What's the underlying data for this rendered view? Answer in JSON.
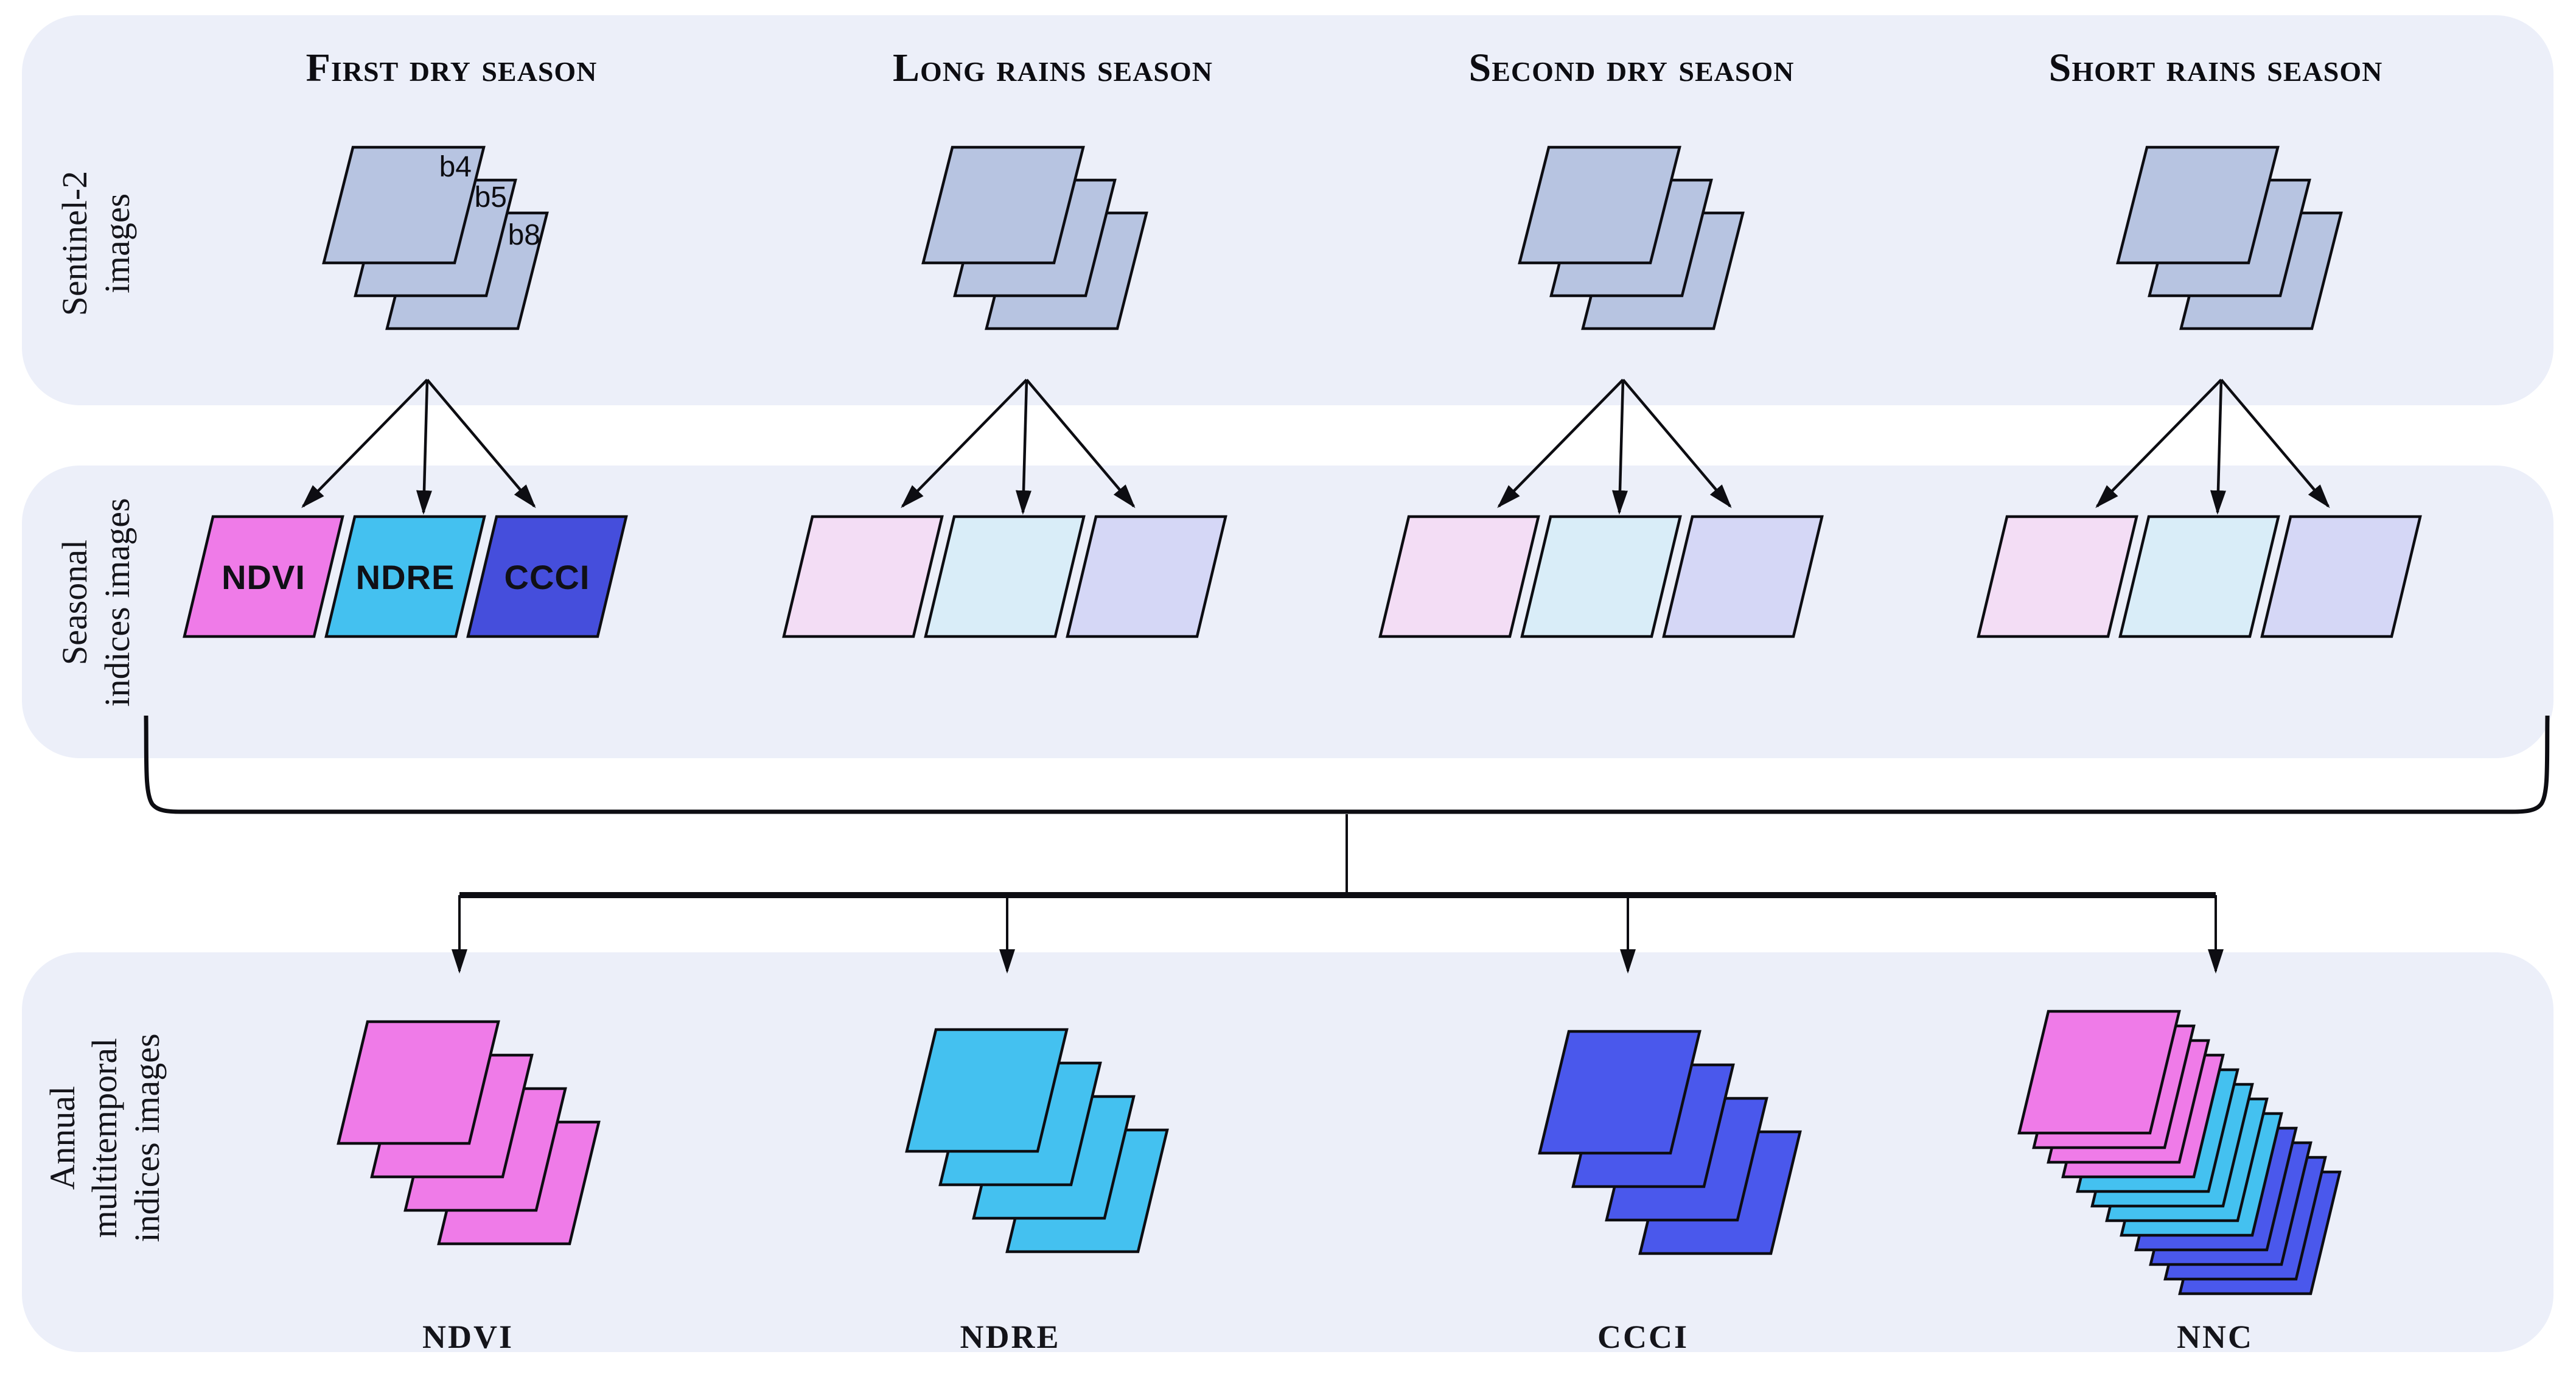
{
  "row_labels": {
    "sentinel": {
      "line1": "Sentinel-2",
      "line2": "images"
    },
    "seasonal": {
      "line1": "Seasonal",
      "line2": "indices images"
    },
    "annual": {
      "line1": "Annual",
      "line2": "multitemporal",
      "line3": "indices images"
    }
  },
  "seasons": [
    {
      "title": "First dry season",
      "band_labels": {
        "b1": "b4",
        "b2": "b5",
        "b3": "b8"
      },
      "index_labels": {
        "i1": "NDVI",
        "i2": "NDRE",
        "i3": "CCCI"
      }
    },
    {
      "title": "Long rains season"
    },
    {
      "title": "Second dry season"
    },
    {
      "title": "Short rains season"
    }
  ],
  "annual_stacks": [
    {
      "label": "NDVI"
    },
    {
      "label": "NDRE"
    },
    {
      "label": "CCCI"
    },
    {
      "label": "NNC"
    }
  ],
  "colors": {
    "page_bg": "#FFFFFF",
    "panel_bg": "#ECEFF9",
    "outline": "#0D0D12",
    "sentinel_sheet": "#B7C4E1",
    "ndvi_pink": "#EF7BE8",
    "ndre_cyan": "#44C1F0",
    "ccci_blue": "#454EDC",
    "annual_blue": "#4A58EC",
    "pale_pink": "#F3DDF5",
    "pale_cyan": "#D9EDF8",
    "pale_lavender": "#D5D7F6"
  }
}
